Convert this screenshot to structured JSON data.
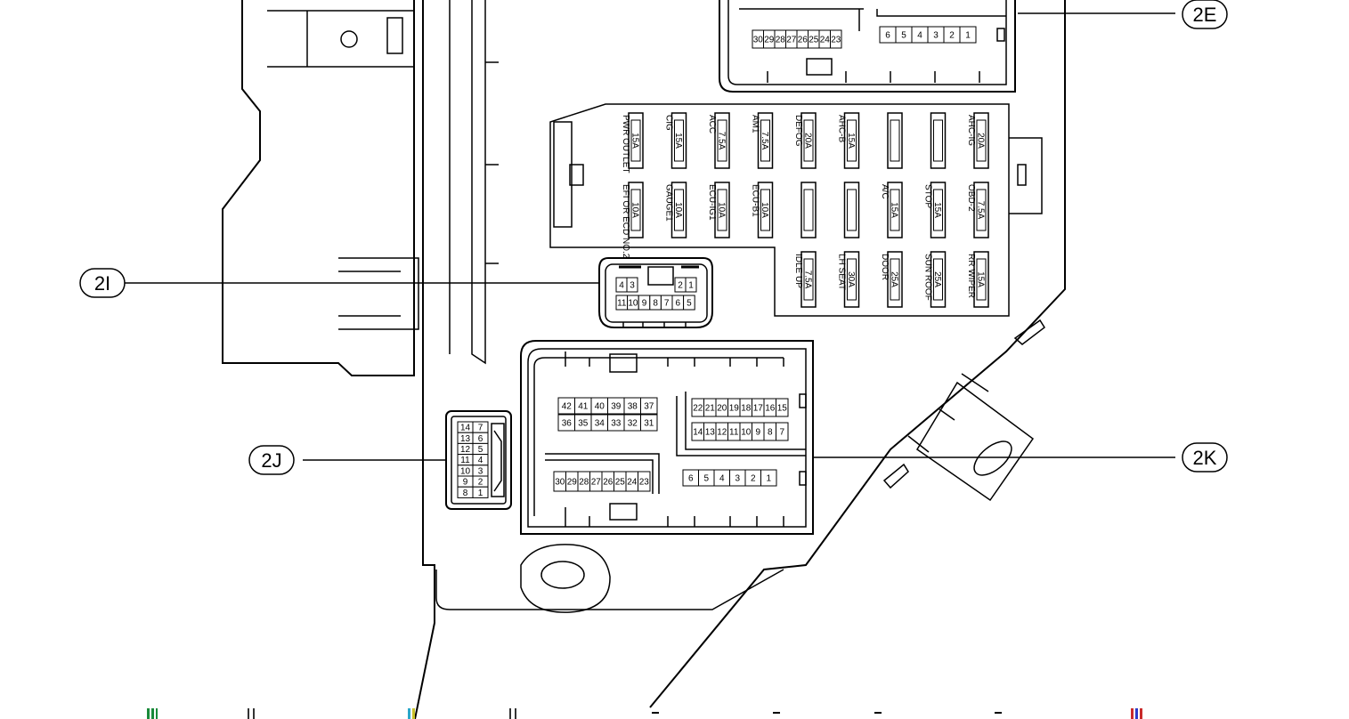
{
  "callouts": {
    "c2E": "2E",
    "c2I": "2I",
    "c2J": "2J",
    "c2K": "2K"
  },
  "connector_2E": {
    "row_a": [
      "30",
      "29",
      "28",
      "27",
      "26",
      "25",
      "24",
      "23"
    ],
    "row_b": [
      "6",
      "5",
      "4",
      "3",
      "2",
      "1"
    ]
  },
  "connector_2I": {
    "top_left": [
      "4",
      "3"
    ],
    "top_right": [
      "2",
      "1"
    ],
    "bottom": [
      "11",
      "10",
      "9",
      "8",
      "7",
      "6",
      "5"
    ]
  },
  "connector_2J": {
    "left": [
      "14",
      "13",
      "12",
      "11",
      "10",
      "9",
      "8"
    ],
    "right": [
      "7",
      "6",
      "5",
      "4",
      "3",
      "2",
      "1"
    ]
  },
  "connector_2K": {
    "grid_r1": [
      "42",
      "41",
      "40",
      "39",
      "38",
      "37"
    ],
    "grid_r2": [
      "36",
      "35",
      "34",
      "33",
      "32",
      "31"
    ],
    "right_r1": [
      "22",
      "21",
      "20",
      "19",
      "18",
      "17",
      "16",
      "15"
    ],
    "right_r2": [
      "14",
      "13",
      "12",
      "11",
      "10",
      "9",
      "8",
      "7"
    ],
    "bottom_left": [
      "30",
      "29",
      "28",
      "27",
      "26",
      "25",
      "24",
      "23"
    ],
    "bottom_right": [
      "6",
      "5",
      "4",
      "3",
      "2",
      "1"
    ]
  },
  "fuses": {
    "row1": [
      {
        "rating": "15A",
        "name": "PWR OUTLET"
      },
      {
        "rating": "15A",
        "name": "CIG"
      },
      {
        "rating": "7.5A",
        "name": "ACC"
      },
      {
        "rating": "7.5A",
        "name": "AM1"
      },
      {
        "rating": "20A",
        "name": "DEFOG"
      },
      {
        "rating": "15A",
        "name": "AHC-B"
      },
      {
        "rating": "",
        "name": ""
      },
      {
        "rating": "",
        "name": ""
      },
      {
        "rating": "20A",
        "name": "AHC-IG"
      }
    ],
    "row2": [
      {
        "rating": "10A",
        "name": "EFI OR ECD NO.2"
      },
      {
        "rating": "10A",
        "name": "GAUGE1"
      },
      {
        "rating": "10A",
        "name": "ECU-IG1"
      },
      {
        "rating": "10A",
        "name": "ECU-B1"
      },
      {
        "rating": "",
        "name": ""
      },
      {
        "rating": "",
        "name": ""
      },
      {
        "rating": "15A",
        "name": "A/C"
      },
      {
        "rating": "15A",
        "name": "STOP"
      },
      {
        "rating": "7.5A",
        "name": "OBD-2"
      }
    ],
    "row3": [
      {
        "rating": "7.5A",
        "name": "IDLE UP"
      },
      {
        "rating": "30A",
        "name": "LH SEAT"
      },
      {
        "rating": "25A",
        "name": "DOOR"
      },
      {
        "rating": "25A",
        "name": "SUN ROOF"
      },
      {
        "rating": "15A",
        "name": "RR WIPER"
      }
    ]
  }
}
